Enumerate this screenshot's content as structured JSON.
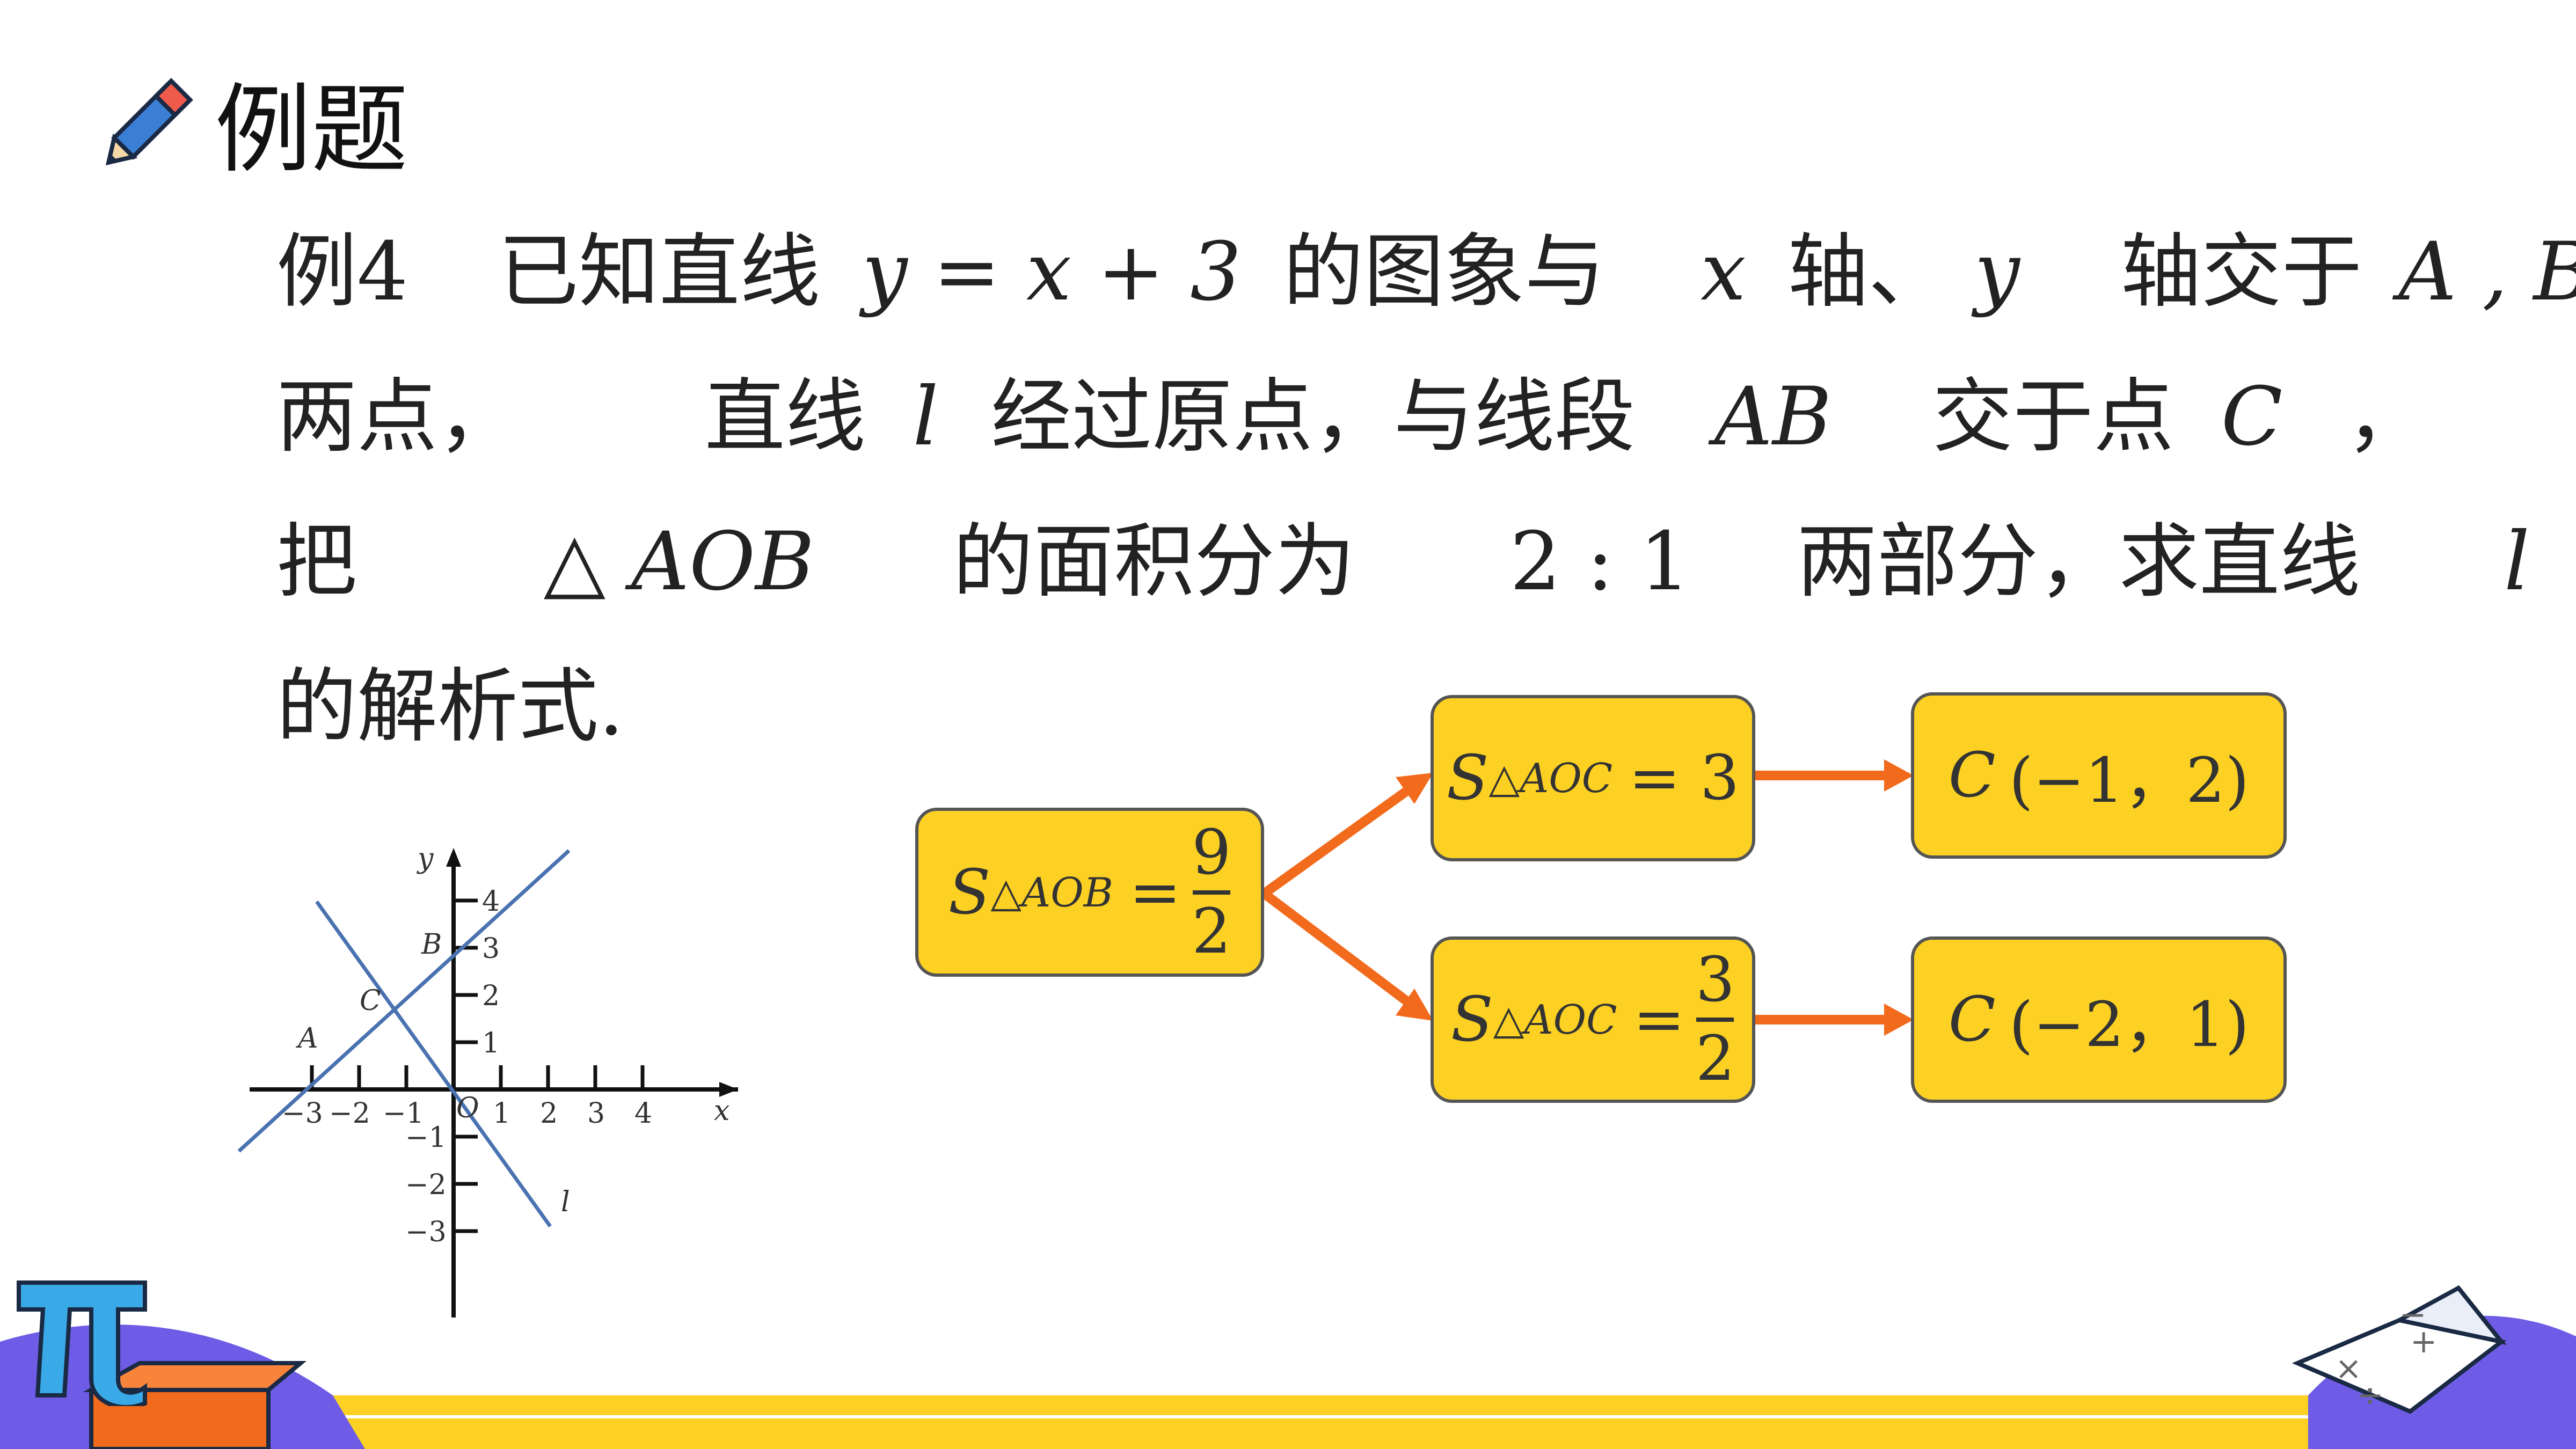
{
  "heading": "例题",
  "problem": {
    "line1": {
      "label": "例4",
      "t1": "已知直线",
      "eq": "y = x + 3",
      "t2": "的图象与",
      "x": "x",
      "t3": "轴、",
      "y": "y",
      "t4": "轴交于",
      "pts": "A , B"
    },
    "line2": {
      "t1": "两点，",
      "t2": "直线",
      "l": "l",
      "t3": "经过原点，与线段",
      "ab": "AB",
      "t4": "交于点",
      "c": "C",
      "t5": "，"
    },
    "line3": {
      "t1": "把",
      "tri": "△",
      "aob": "AOB",
      "t2": "的面积分为",
      "ratio": "2 : 1",
      "t3": "两部分，求直线",
      "l": "l"
    },
    "line4": {
      "t1": "的解析式."
    }
  },
  "boxes": {
    "aob": {
      "s": "S",
      "sub": "△AOB",
      "eq": "=",
      "num": "9",
      "den": "2"
    },
    "aoc3": {
      "s": "S",
      "sub": "△AOC",
      "eq": "= 3"
    },
    "aoc32": {
      "s": "S",
      "sub": "△AOC",
      "eq": "=",
      "num": "3",
      "den": "2"
    },
    "c1": {
      "c": "C",
      "coord": "(−1，2)"
    },
    "c2": {
      "c": "C",
      "coord": "(−2，1)"
    }
  },
  "graph": {
    "xlabel": "x",
    "ylabel": "y",
    "origin": "O",
    "xticks": [
      "−3",
      "−2",
      "−1",
      "1",
      "2",
      "3",
      "4"
    ],
    "yticks": [
      "4",
      "3",
      "2",
      "1",
      "−1",
      "−2",
      "−3"
    ],
    "pointA": "A",
    "pointB": "B",
    "pointC": "C",
    "lineL": "l"
  },
  "colors": {
    "box": "#fcd123",
    "arrow": "#f26a1b",
    "line": "#4a72b0",
    "band": "#fcd123",
    "purple": "#6e5ce6"
  },
  "icons": [
    "pencil-icon",
    "pi-icon",
    "book-icon"
  ]
}
